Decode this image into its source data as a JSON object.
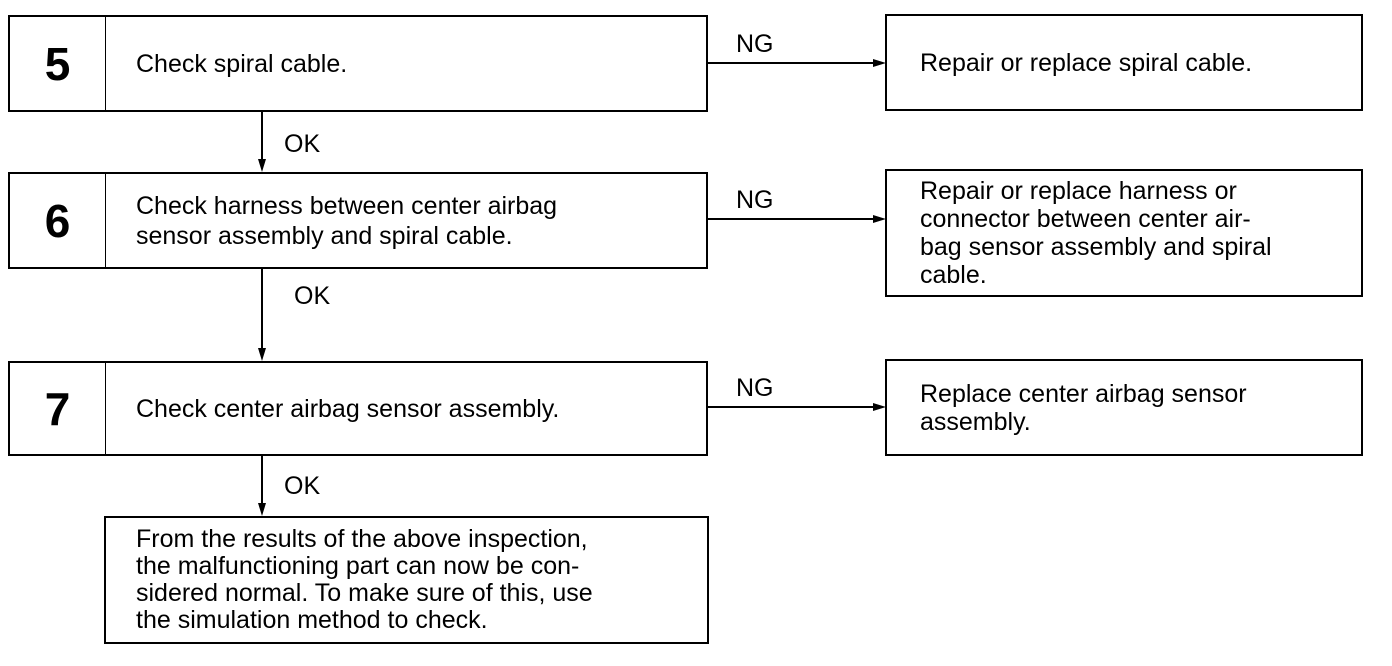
{
  "steps": [
    {
      "number": "5",
      "text": "Check spiral cable."
    },
    {
      "number": "6",
      "text": "Check harness between center airbag\nsensor assembly and spiral cable."
    },
    {
      "number": "7",
      "text": "Check center airbag sensor assembly."
    }
  ],
  "results": [
    {
      "text": "Repair or replace spiral cable."
    },
    {
      "text": "Repair or replace harness or\nconnector between center air-\nbag sensor assembly and spiral\ncable."
    },
    {
      "text": "Replace center airbag sensor\nassembly."
    }
  ],
  "labels": {
    "ng": "NG",
    "ok": "OK"
  },
  "final": {
    "text": "From the results of the above inspection,\nthe malfunctioning part can now be con-\nsidered normal.  To make sure of this, use\nthe simulation method to check."
  }
}
